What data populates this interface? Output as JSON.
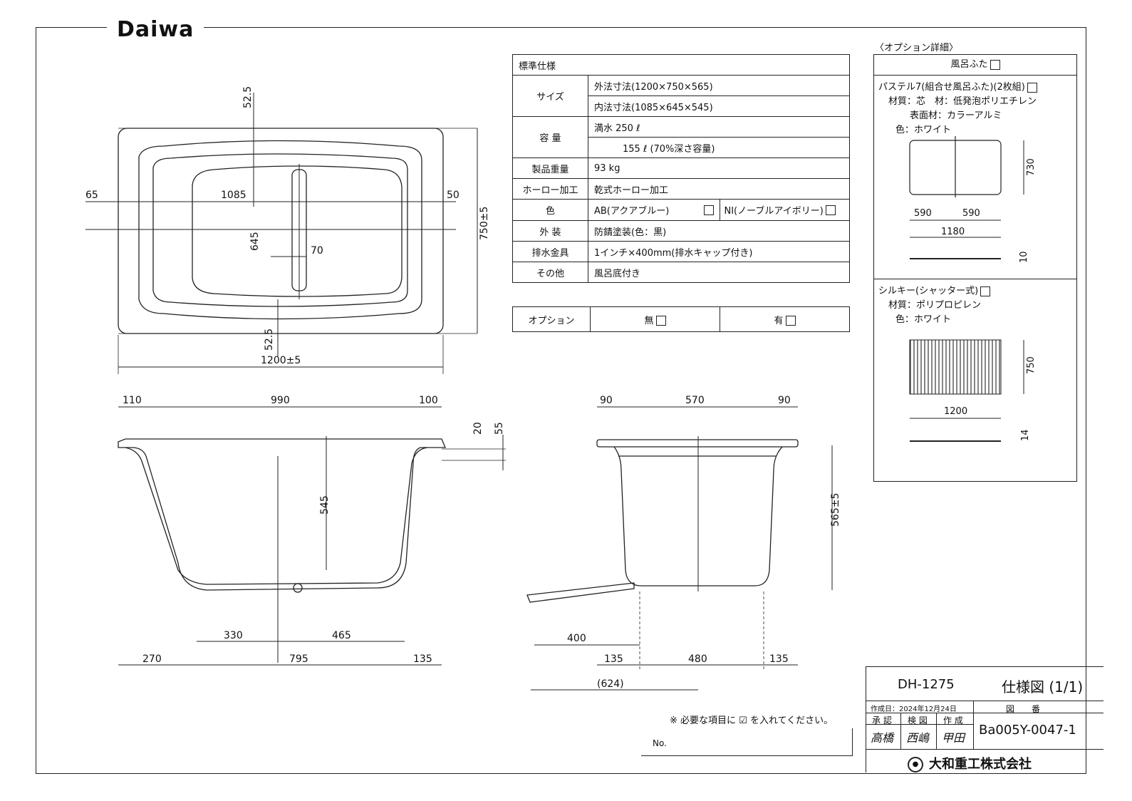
{
  "brand": {
    "logo": "Daiwa"
  },
  "spec_table": {
    "header": "標準仕様",
    "rows": [
      {
        "label": "サイズ",
        "values": [
          "外法寸法(1200×750×565)",
          "内法寸法(1085×645×545)"
        ]
      },
      {
        "label": "容 量",
        "values": [
          "満水 250 ℓ",
          "155 ℓ (70%深さ容量)"
        ]
      },
      {
        "label": "製品重量",
        "values": [
          "93 kg"
        ]
      },
      {
        "label": "ホーロー加工",
        "values": [
          "乾式ホーロー加工"
        ]
      },
      {
        "label": "色",
        "values": [
          "AB(アクアブルー)",
          "NI(ノーブルアイボリー)"
        ]
      },
      {
        "label": "外 装",
        "values": [
          "防錆塗装(色：黒)"
        ]
      },
      {
        "label": "排水金具",
        "values": [
          "1インチ×400mm(排水キャップ付き)"
        ]
      },
      {
        "label": "その他",
        "values": [
          "風呂底付き"
        ]
      }
    ]
  },
  "option_table": {
    "label": "オプション",
    "none": "無",
    "yes": "有"
  },
  "option_detail": {
    "title": "〈オプション詳細〉",
    "lid": "風呂ふた",
    "pastel": {
      "name": "パステル7(組合せ風呂ふた)(2枚組)",
      "material_core": "材質：芯　材：低発泡ポリエチレン",
      "material_surface": "表面材：カラーアルミ",
      "color": "色：ホワイト",
      "dims": {
        "h": "730",
        "w_left": "590",
        "w_right": "590",
        "w_total": "1180",
        "t": "10"
      }
    },
    "silky": {
      "name": "シルキー(シャッター式)",
      "material": "材質：ポリプロピレン",
      "color": "色：ホワイト",
      "dims": {
        "h": "750",
        "w": "1200",
        "t": "14"
      }
    }
  },
  "plan_view": {
    "dims": {
      "top": "52.5",
      "bottom": "52.5",
      "left": "65",
      "right": "50",
      "inner_w": "1085",
      "inner_h": "645",
      "drain": "70",
      "outer_w": "1200±5",
      "outer_h": "750±5"
    }
  },
  "front_view": {
    "dims": {
      "l": "110",
      "c": "990",
      "r": "100",
      "rim1": "20",
      "rim2": "55",
      "depth": "545",
      "a": "330",
      "b": "465",
      "c1": "270",
      "c2": "795",
      "c3": "135"
    }
  },
  "side_view": {
    "dims": {
      "l": "90",
      "c": "570",
      "r": "90",
      "height": "565±5",
      "pipe": "400",
      "b1": "135",
      "b2": "480",
      "b3": "135",
      "total": "(624)"
    }
  },
  "footer": {
    "note": "※ 必要な項目に ☑ を入れてください。",
    "no_label": "No.",
    "model": "DH-1275",
    "doc_type": "仕様図 (1/1)",
    "created": "作成日：2024年12月24日",
    "drawing_no_label": "図　　番",
    "approve": "承 認",
    "check": "検 図",
    "make": "作 成",
    "drawing_no": "Ba005Y-0047-1",
    "stamps": [
      "高橋",
      "西嶋",
      "甲田"
    ],
    "company": "大和重工株式会社"
  }
}
